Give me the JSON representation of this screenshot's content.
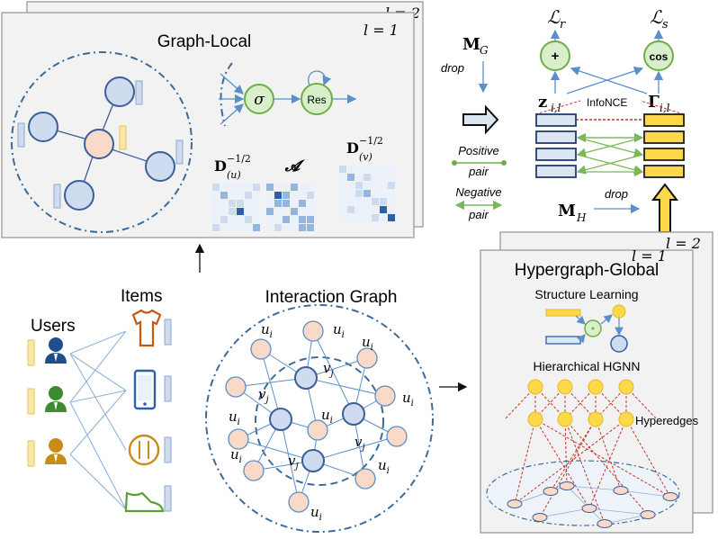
{
  "graph_local": {
    "title": "Graph-Local",
    "layer_back": "l = 2",
    "layer_front": "l = 1",
    "sigma": "σ",
    "res": "Res",
    "deg_u": "D",
    "deg_u_sup": "−1/2",
    "deg_u_sub": "(u)",
    "adj": "𝓐",
    "deg_v": "D",
    "deg_v_sup": "−1/2",
    "deg_v_sub": "(v)"
  },
  "contrastive": {
    "m_g": "M",
    "m_g_sub": "G",
    "drop_top": "drop",
    "loss_r": "ℒ",
    "loss_r_sub": "r",
    "loss_s": "ℒ",
    "loss_s_sub": "s",
    "plus": "+",
    "cos": "cos",
    "z": "z",
    "z_sub": "i,l",
    "infonce": "InfoNCE",
    "gamma": "Γ",
    "gamma_sub": "i,l",
    "positive": "Positive",
    "positive2": "pair",
    "negative": "Negative",
    "negative2": "pair",
    "m_h": "M",
    "m_h_sub": "H",
    "drop_bottom": "drop"
  },
  "left_panel": {
    "users": "Users",
    "items": "Items"
  },
  "interaction": {
    "title": "Interaction Graph",
    "u": "u",
    "u_sub": "i",
    "v": "v",
    "v_sub": "j"
  },
  "hypergraph": {
    "title": "Hypergraph-Global",
    "layer_back": "l = 2",
    "layer_front": "l = 1",
    "structure": "Structure Learning",
    "hierarchical": "Hierarchical HGNN",
    "hyperedges": "Hyperedges"
  },
  "colors": {
    "panel_fill": "#f2f2f2",
    "panel_stroke": "#a6a6a6",
    "blue_node": "#cfdcf0",
    "blue_stroke": "#3b5f97",
    "peach_node": "#f9d9c8",
    "green_node": "#d9efcc",
    "green_stroke": "#70ad47",
    "yellow": "#fcd84a",
    "dash_blue": "#3d6b99",
    "red_dash": "#c0392b"
  }
}
